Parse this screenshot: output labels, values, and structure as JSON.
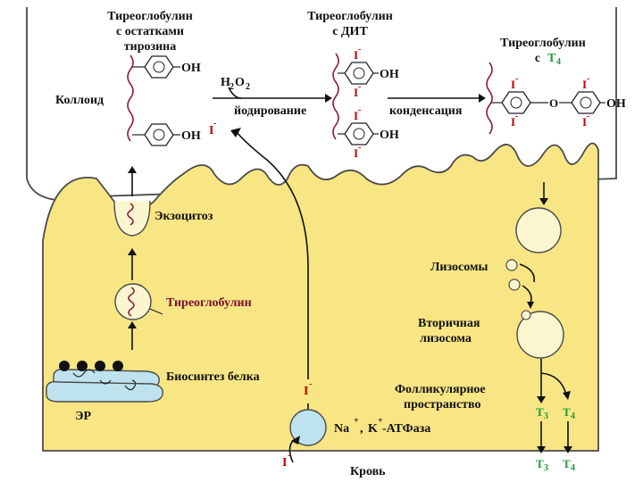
{
  "labels": {
    "tg_tyr_line1": "Тиреоглобулин",
    "tg_tyr_line2": "с остатками",
    "tg_tyr_line3": "тирозина",
    "tg_dit_line1": "Тиреоглобулин",
    "tg_dit_line2": "с ДИТ",
    "tg_t4_line1": "Тиреоглобулин",
    "tg_t4_line2": "с",
    "t4_symbol": "T",
    "t4_sub": "4",
    "colloid": "Коллоид",
    "h2o2_main": "H",
    "h2o2_sub": "2",
    "h2o2_o": "O",
    "h2o2_sub2": "2",
    "iodination": "йодирование",
    "condensation": "конденсация",
    "exocytosis": "Экзоцитоз",
    "thyroglobulin": "Тиреоглобулин",
    "protein_synthesis": "Биосинтез белка",
    "er": "ЭР",
    "lysosomes": "Лизосомы",
    "secondary_lysosome_line1": "Вторичная",
    "secondary_lysosome_line2": "лизосома",
    "follicular_space_line1": "Фолликулярное",
    "follicular_space_line2": "пространство",
    "pump_na": "Na",
    "pump_k": "K",
    "pump_atpase": "-АТФаза",
    "plus": "+",
    "blood": "Кровь",
    "iodide": "I",
    "minus": "-",
    "oh": "OH",
    "o_bridge": "O",
    "t3": "T",
    "t3_sub": "3",
    "t4": "T",
    "t4_sub2": "4"
  },
  "colors": {
    "cell_fill": "#f8e584",
    "cell_stroke": "#4a4a4a",
    "vesicle_fill": "#fbf6cf",
    "iodine": "#c00000",
    "hormone": "#1a9c3c",
    "protein_chain": "#8a1d3a",
    "thyroglobulin_label": "#7a1030"
  },
  "icons": [
    "ribosome-icon",
    "er-membrane-icon",
    "vesicle-icon",
    "lysosome-icon",
    "pump-icon",
    "benzene-ring-icon"
  ]
}
